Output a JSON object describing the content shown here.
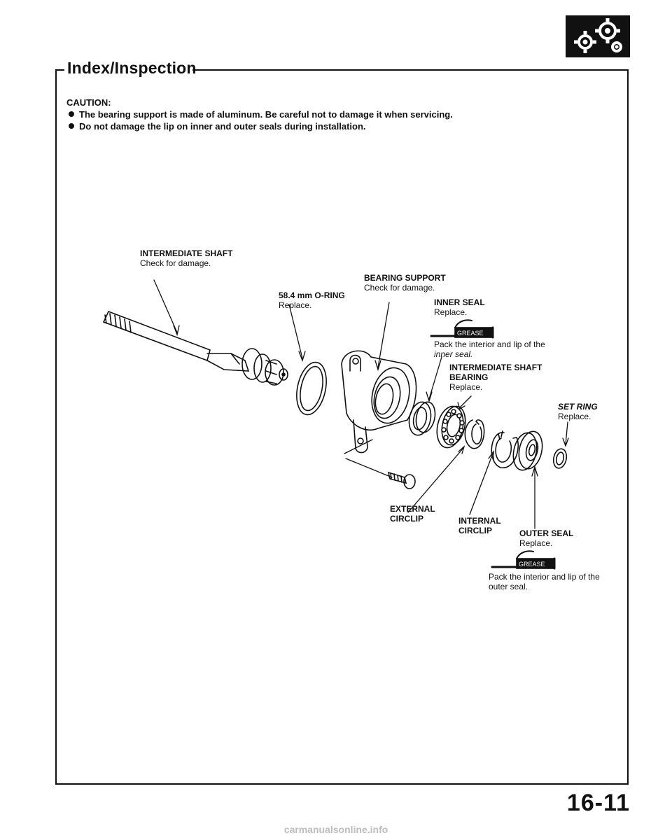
{
  "header": {
    "section_title": "Index/Inspection",
    "badge_icon": "gears-icon"
  },
  "caution": {
    "heading": "CAUTION:",
    "items": [
      "The bearing support is made of aluminum. Be careful not to damage it when servicing.",
      "Do not damage the lip on inner and outer seals during installation."
    ]
  },
  "labels": {
    "intermediate_shaft": {
      "title": "INTERMEDIATE SHAFT",
      "note": "Check for damage."
    },
    "o_ring": {
      "title": "58.4 mm O-RING",
      "note": "Replace."
    },
    "bearing_support": {
      "title": "BEARING SUPPORT",
      "note": "Check for damage."
    },
    "inner_seal": {
      "title": "INNER SEAL",
      "note": "Replace."
    },
    "inner_seal_grease": {
      "badge": "GREASE",
      "note_line1": "Pack the interior and lip of the",
      "note_line2": "inner seal."
    },
    "shaft_bearing": {
      "title_line1": "INTERMEDIATE SHAFT",
      "title_line2": "BEARING",
      "note": "Replace."
    },
    "set_ring": {
      "title": "SET RING",
      "note": "Replace."
    },
    "external_circlip": {
      "title_line1": "EXTERNAL",
      "title_line2": "CIRCLIP"
    },
    "internal_circlip": {
      "title_line1": "INTERNAL",
      "title_line2": "CIRCLIP"
    },
    "outer_seal": {
      "title": "OUTER SEAL",
      "note": "Replace."
    },
    "outer_seal_grease": {
      "badge": "GREASE",
      "note_line1": "Pack the interior and lip of the",
      "note_line2": "outer seal."
    }
  },
  "footer": {
    "page_number": "16-11",
    "watermark": "carmanualsonline.info"
  }
}
